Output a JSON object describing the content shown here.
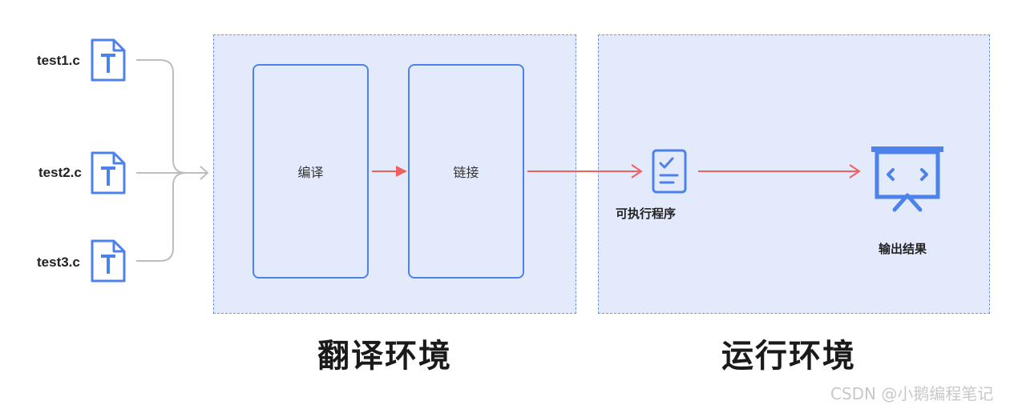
{
  "files": [
    {
      "name": "test1.c",
      "icon": "text-file-icon"
    },
    {
      "name": "test2.c",
      "icon": "text-file-icon"
    },
    {
      "name": "test3.c",
      "icon": "text-file-icon"
    }
  ],
  "translation_env": {
    "title": "翻译环境",
    "steps": [
      "编译",
      "链接"
    ]
  },
  "runtime_env": {
    "title": "运行环境",
    "executable_label": "可执行程序",
    "output_label": "输出结果"
  },
  "watermark": "CSDN @小鹅编程笔记",
  "colors": {
    "accent_blue": "#4d82ea",
    "arrow_red": "#f06060",
    "connector_gray": "#bdbdbd",
    "region_fill": "#e3eafc"
  }
}
